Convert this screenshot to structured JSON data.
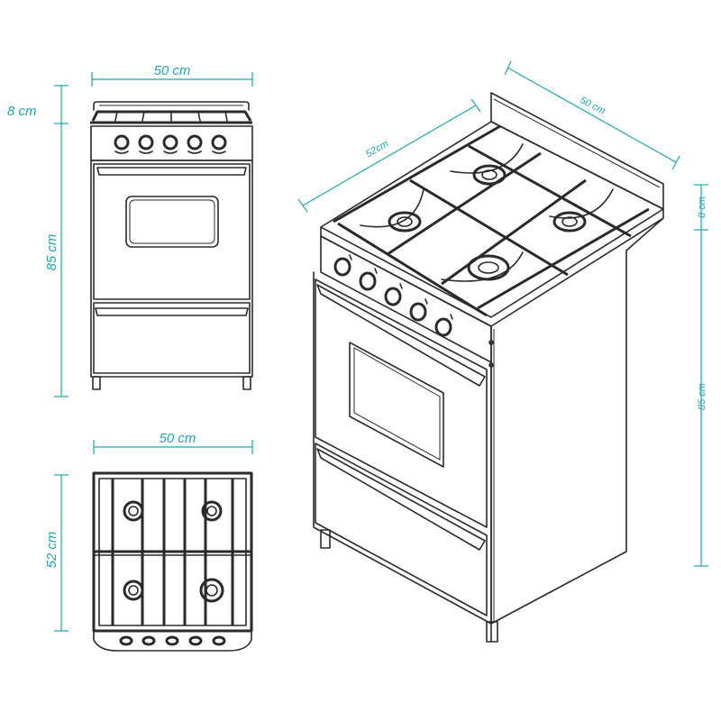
{
  "dimensions": {
    "front_width": "50 cm",
    "front_top_height": "8 cm",
    "front_body_height": "85 cm",
    "top_width": "50 cm",
    "top_depth": "52 cm",
    "iso_depth": "52cm",
    "iso_width": "50 cm",
    "iso_top_height": "8 cm",
    "iso_body_height": "85 cm"
  },
  "colors": {
    "dimension_line": "#1aa7b8",
    "drawing_line": "#2a2a2a"
  }
}
